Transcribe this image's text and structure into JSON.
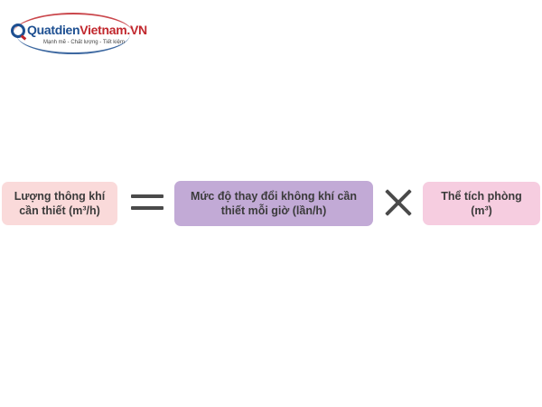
{
  "logo": {
    "brand_part1": "Quatdien",
    "brand_part2": "Vietnam.VN",
    "tagline": "Mạnh mẽ - Chất lượng - Tiết kiệm",
    "colors": {
      "blue": "#1d4f91",
      "red": "#c1272d"
    }
  },
  "formula": {
    "result": {
      "line1": "Lượng thông khí",
      "line2": "cần thiết (m³/h)",
      "color": "#fadada"
    },
    "operator1": "equals-sign",
    "factor1": {
      "line1": "Mức độ thay đổi không khí cần",
      "line2": "thiết mỗi giờ (lần/h)",
      "color": "#c2aad6"
    },
    "operator2": "multiply-sign",
    "factor2": {
      "line1": "Thể tích phòng",
      "line2": "(m³)",
      "color": "#f6cde0"
    }
  }
}
